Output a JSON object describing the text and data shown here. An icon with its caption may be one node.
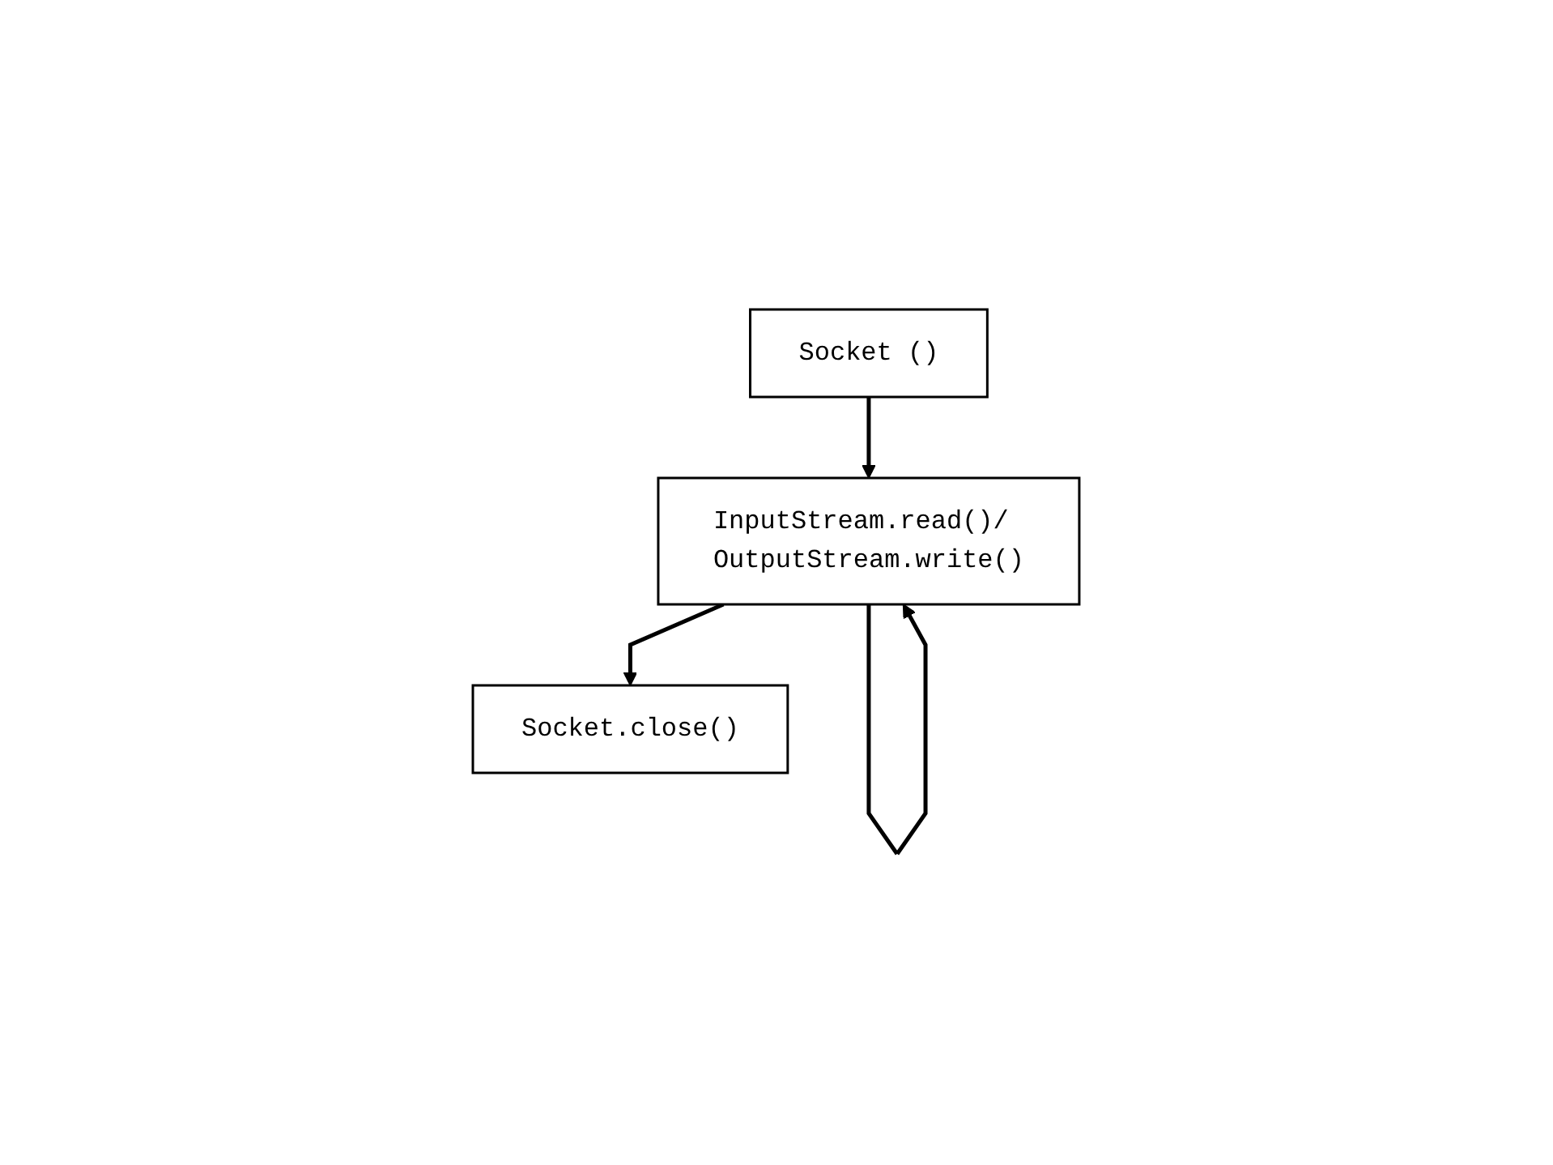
{
  "diagram": {
    "nodes": [
      {
        "text": [
          "Socket ()"
        ]
      },
      {
        "text": [
          "InputStream.read()/ OutputStream.write()"
        ]
      },
      {
        "text": [
          "Socket.close()"
        ]
      }
    ],
    "edges": [
      {
        "from": 0,
        "to": 1,
        "arrow": "to"
      },
      {
        "from": 1,
        "to": 1,
        "arrow": "to"
      },
      {
        "from": 1,
        "to": 2,
        "arrow": "to"
      }
    ]
  }
}
